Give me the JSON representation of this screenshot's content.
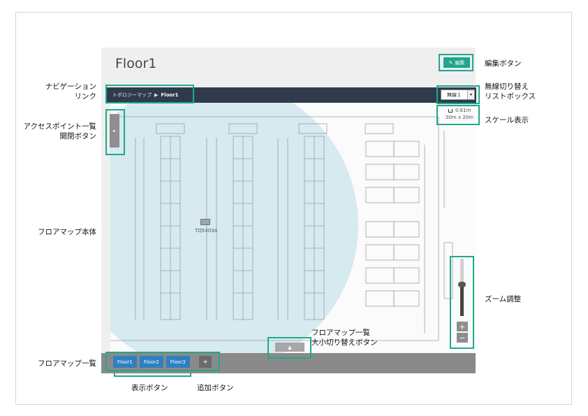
{
  "page": {
    "title": "Floor1"
  },
  "toolbar": {
    "edit_label": "編集"
  },
  "nav": {
    "breadcrumb_root": "トポロジーマップ",
    "breadcrumb_sep": "▶",
    "breadcrumb_current": "Floor1"
  },
  "radio_select": {
    "value": "無線１"
  },
  "scale": {
    "length": "0.61m",
    "dimensions": "30m x 20m"
  },
  "map": {
    "ap_label": "TQ5403A"
  },
  "zoom": {
    "in_label": "+",
    "out_label": "−",
    "level": 0.55
  },
  "floor_tabs": [
    "Floor1",
    "Floor2",
    "Floor3"
  ],
  "add_floor_label": "+",
  "annotations": {
    "edit_button": "編集ボタン",
    "nav_link_line1": "ナビゲーション",
    "nav_link_line2": "リンク",
    "radio_switch_line1": "無線切り替え",
    "radio_switch_line2": "リストボックス",
    "scale_display": "スケール表示",
    "ap_toggle_line1": "アクセスポイント一覧",
    "ap_toggle_line2": "開閉ボタン",
    "floor_map_body": "フロアマップ本体",
    "zoom_adjust": "ズーム調整",
    "size_toggle_line1": "フロアマップ一覧",
    "size_toggle_line2": "大小切り替えボタン",
    "floor_list": "フロアマップ一覧",
    "display_buttons": "表示ボタン",
    "add_button": "追加ボタン"
  },
  "colors": {
    "accent": "#1fa88d",
    "nav_bg": "#2f3b4c",
    "tab_blue": "#2f7fc1",
    "coverage": "#cfe6ec"
  }
}
